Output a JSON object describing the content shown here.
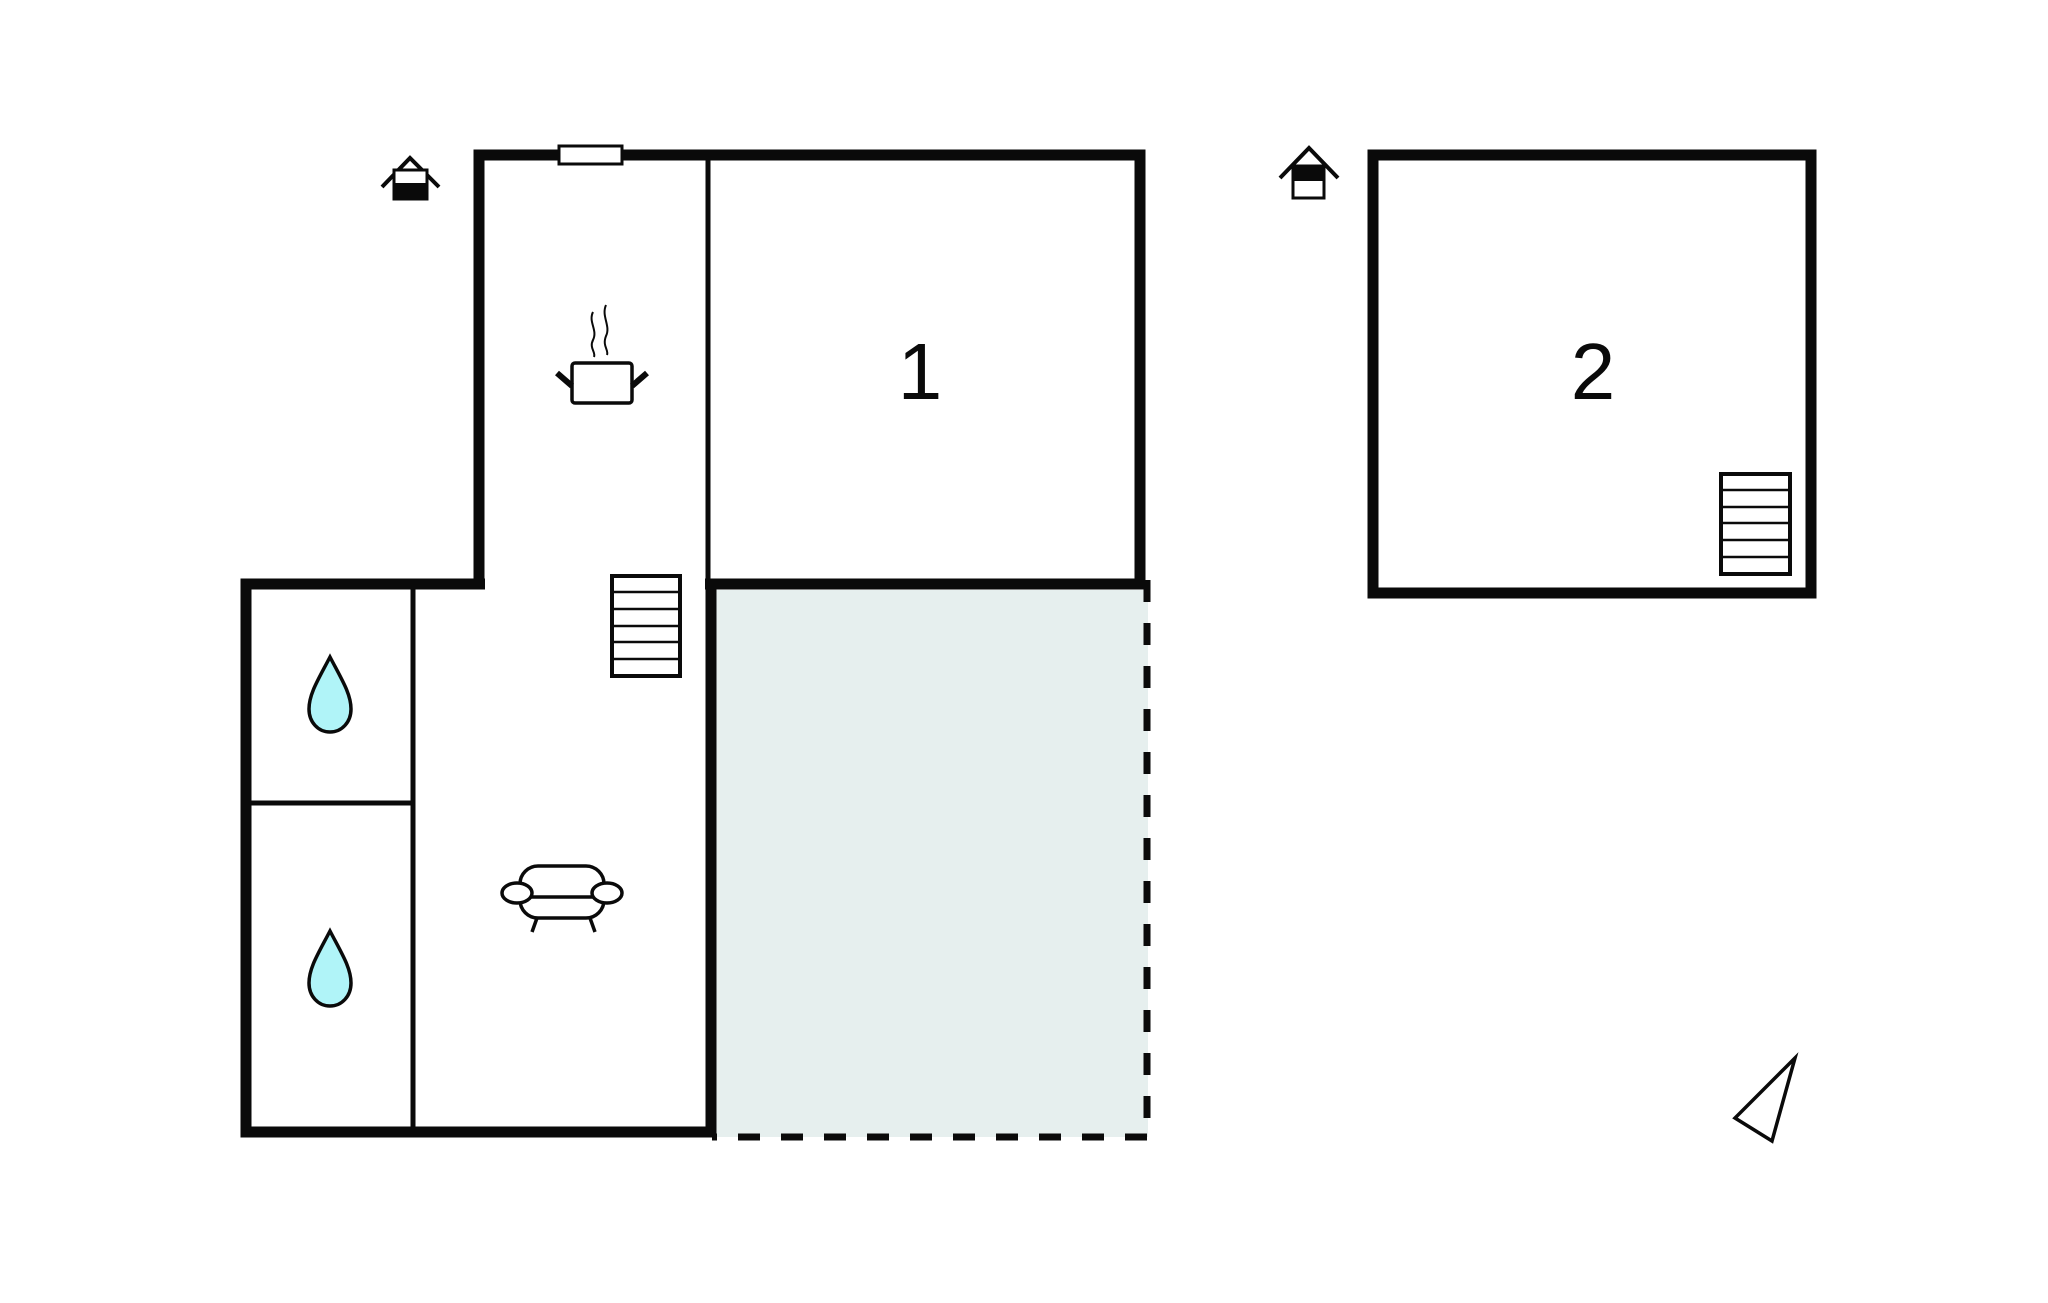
{
  "floors": [
    {
      "name": "ground-floor",
      "indicator": "house-icon-ground-floor",
      "room_label": "1"
    },
    {
      "name": "first-floor",
      "indicator": "house-icon-first-floor",
      "room_label": "2"
    }
  ],
  "legend_icons": {
    "kitchen": "cooking-pot-icon",
    "living": "sofa-icon",
    "bathroom": "water-drop-icon",
    "stairs": "stairs-icon",
    "orientation": "compass-arrow-icon"
  },
  "colors": {
    "wall": "#0a0a0a",
    "terrace_fill": "#e6efee",
    "water_drop_fill": "#b0f4f8",
    "background": "#ffffff"
  }
}
